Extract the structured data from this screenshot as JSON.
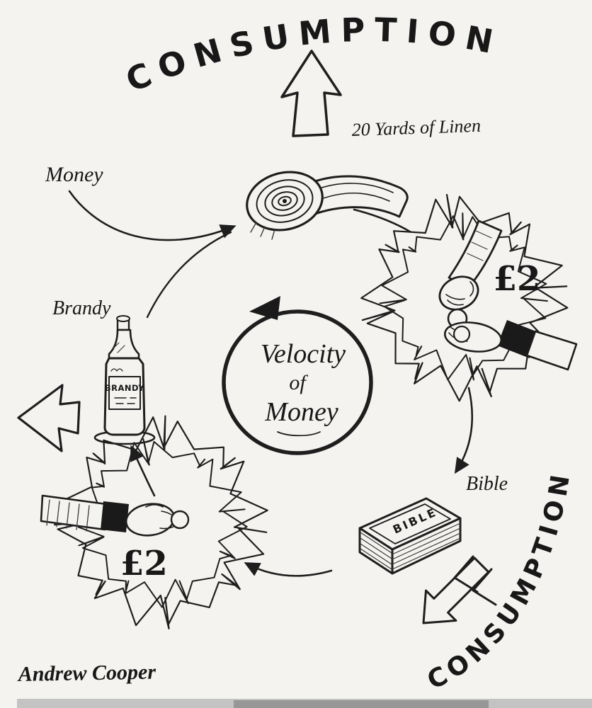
{
  "title": {
    "consumption_top": "CONSUMPTION",
    "consumption_right": "CONSUMPTION"
  },
  "center": {
    "line1": "Velocity",
    "line2": "of",
    "line3": "Money"
  },
  "labels": {
    "linen": "20 Yards of Linen",
    "money": "Money",
    "brandy": "Brandy",
    "bottle_label": "BRANDY",
    "bible": "Bible",
    "book_cover": "BIBLE",
    "price_right": "£2",
    "price_left": "£2"
  },
  "signature": "Andrew Cooper",
  "colors": {
    "paper": "#f4f3f0",
    "ink": "#1e1e1e"
  }
}
